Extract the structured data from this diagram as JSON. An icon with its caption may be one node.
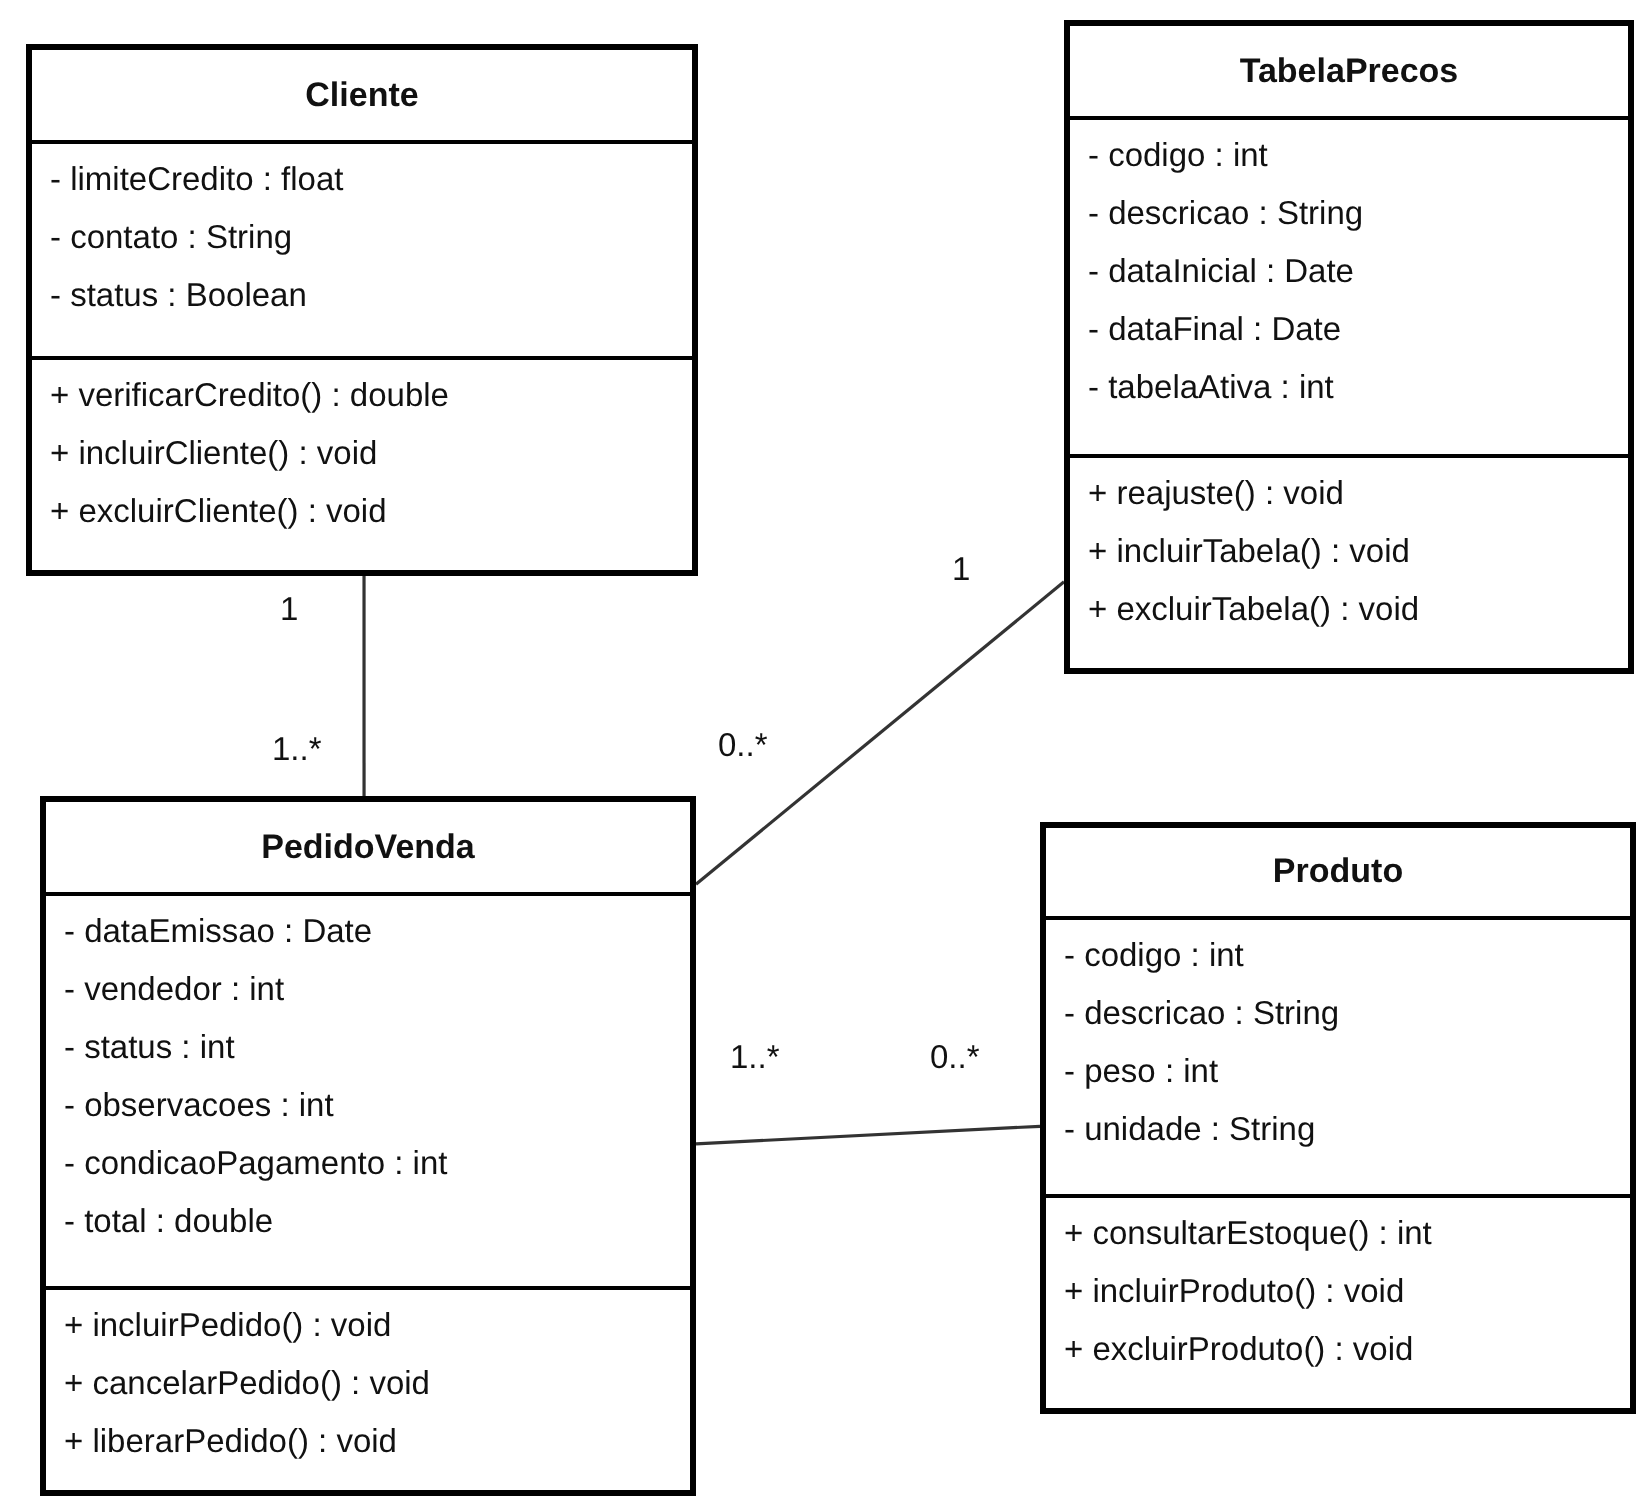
{
  "diagram": {
    "nodes": [
      {
        "text": [
          "Cliente"
        ]
      },
      {
        "text": [
          "- limiteCredito : float",
          "- contato : String",
          "- status : Boolean"
        ],
        "in": 0
      },
      {
        "text": [
          "+ verificarCredito() : double",
          "+ incluirCliente() : void",
          "+ excluirCliente() : void"
        ],
        "in": 0
      },
      {
        "text": [
          "TabelaPrecos"
        ]
      },
      {
        "text": [
          "- codigo : int",
          "- descricao : String",
          "- dataInicial : Date",
          "- dataFinal : Date",
          "- tabelaAtiva : int"
        ],
        "in": 3
      },
      {
        "text": [
          "+ reajuste() : void",
          "+ incluirTabela() : void",
          "+ excluirTabela() : void"
        ],
        "in": 3
      },
      {
        "text": [
          "PedidoVenda"
        ]
      },
      {
        "text": [
          "- dataEmissao : Date",
          "- vendedor : int",
          "- status : int",
          "- observacoes : int",
          "- condicaoPagamento : int",
          "- total : double"
        ],
        "in": 6
      },
      {
        "text": [
          "+ incluirPedido() : void",
          "+ cancelarPedido() : void",
          "+ liberarPedido() : void"
        ],
        "in": 6
      },
      {
        "text": [
          "Produto"
        ]
      },
      {
        "text": [
          "- codigo : int",
          "- descricao : String",
          "- peso : int",
          "- unidade : String"
        ],
        "in": 9
      },
      {
        "text": [
          "+ consultarEstoque() : int",
          "+ incluirProduto() : void",
          "+ excluirProduto() : void"
        ],
        "in": 9
      }
    ],
    "edges": [
      {
        "from": 0,
        "to": 6,
        "arrow": "none"
      },
      {
        "from": 3,
        "to": 6,
        "arrow": "none"
      },
      {
        "from": 6,
        "to": 9,
        "arrow": "none"
      }
    ],
    "labels": [
      "1",
      "1..*",
      "1",
      "0..*",
      "1..*",
      "0..*"
    ]
  }
}
